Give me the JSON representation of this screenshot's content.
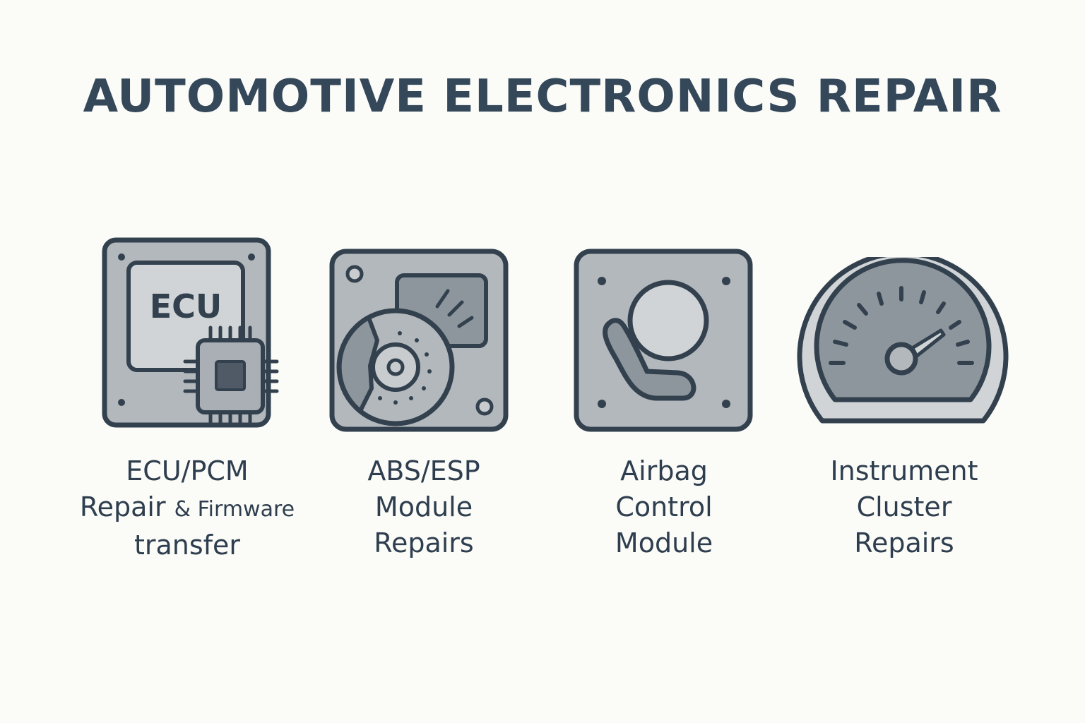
{
  "title": "AUTOMOTIVE ELECTRONICS REPAIR",
  "colors": {
    "ink": "#33414f",
    "panel": "#b3b8bc",
    "light": "#d0d4d6",
    "mid": "#8e969d",
    "background": "#fbfbf8"
  },
  "services": [
    {
      "icon": "ecu-chip-icon",
      "icon_text": "ECU",
      "lines": [
        "ECU/PCM",
        "Repair",
        "& Firmware",
        "transfer"
      ]
    },
    {
      "icon": "brake-disc-module-icon",
      "lines": [
        "ABS/ESP",
        "Module",
        "Repairs"
      ]
    },
    {
      "icon": "airbag-seat-icon",
      "lines": [
        "Airbag",
        "Control",
        "Module"
      ]
    },
    {
      "icon": "speedometer-gauge-icon",
      "lines": [
        "Instrument",
        "Cluster",
        "Repairs"
      ]
    }
  ]
}
